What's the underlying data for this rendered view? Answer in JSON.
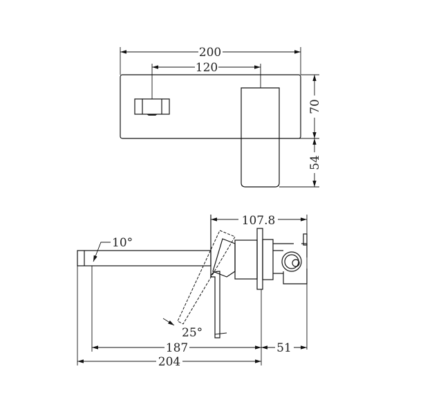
{
  "top_view": {
    "overall_width": "200",
    "center_distance": "120",
    "plate_height": "70",
    "handle_projection": "54"
  },
  "side_view": {
    "body_depth": "107.8",
    "spout_angle": "10°",
    "handle_angle": "25°",
    "spout_reach": "187",
    "wall_depth": "51",
    "overall_reach": "204"
  }
}
